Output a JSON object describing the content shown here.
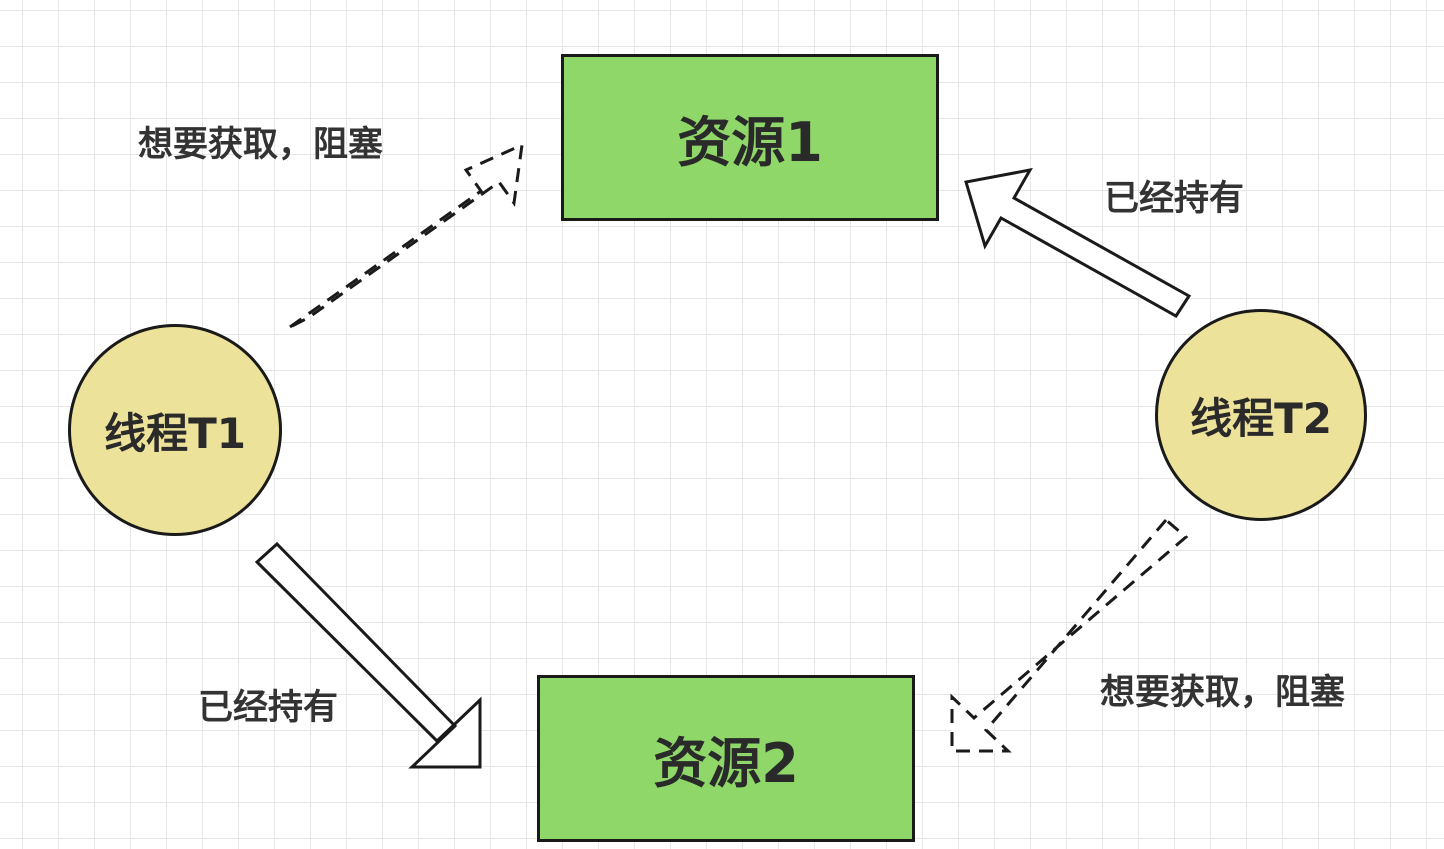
{
  "diagram": {
    "resource1": "资源1",
    "resource2": "资源2",
    "thread1": "线程T1",
    "thread2": "线程T2",
    "edges": {
      "t1_wants_r1": "想要获取，阻塞",
      "t2_holds_r1": "已经持有",
      "t1_holds_r2": "已经持有",
      "t2_wants_r2": "想要获取，阻塞"
    }
  },
  "colors": {
    "resource_fill": "#8ed768",
    "thread_fill": "#ede299",
    "stroke": "#1a1a1a"
  }
}
